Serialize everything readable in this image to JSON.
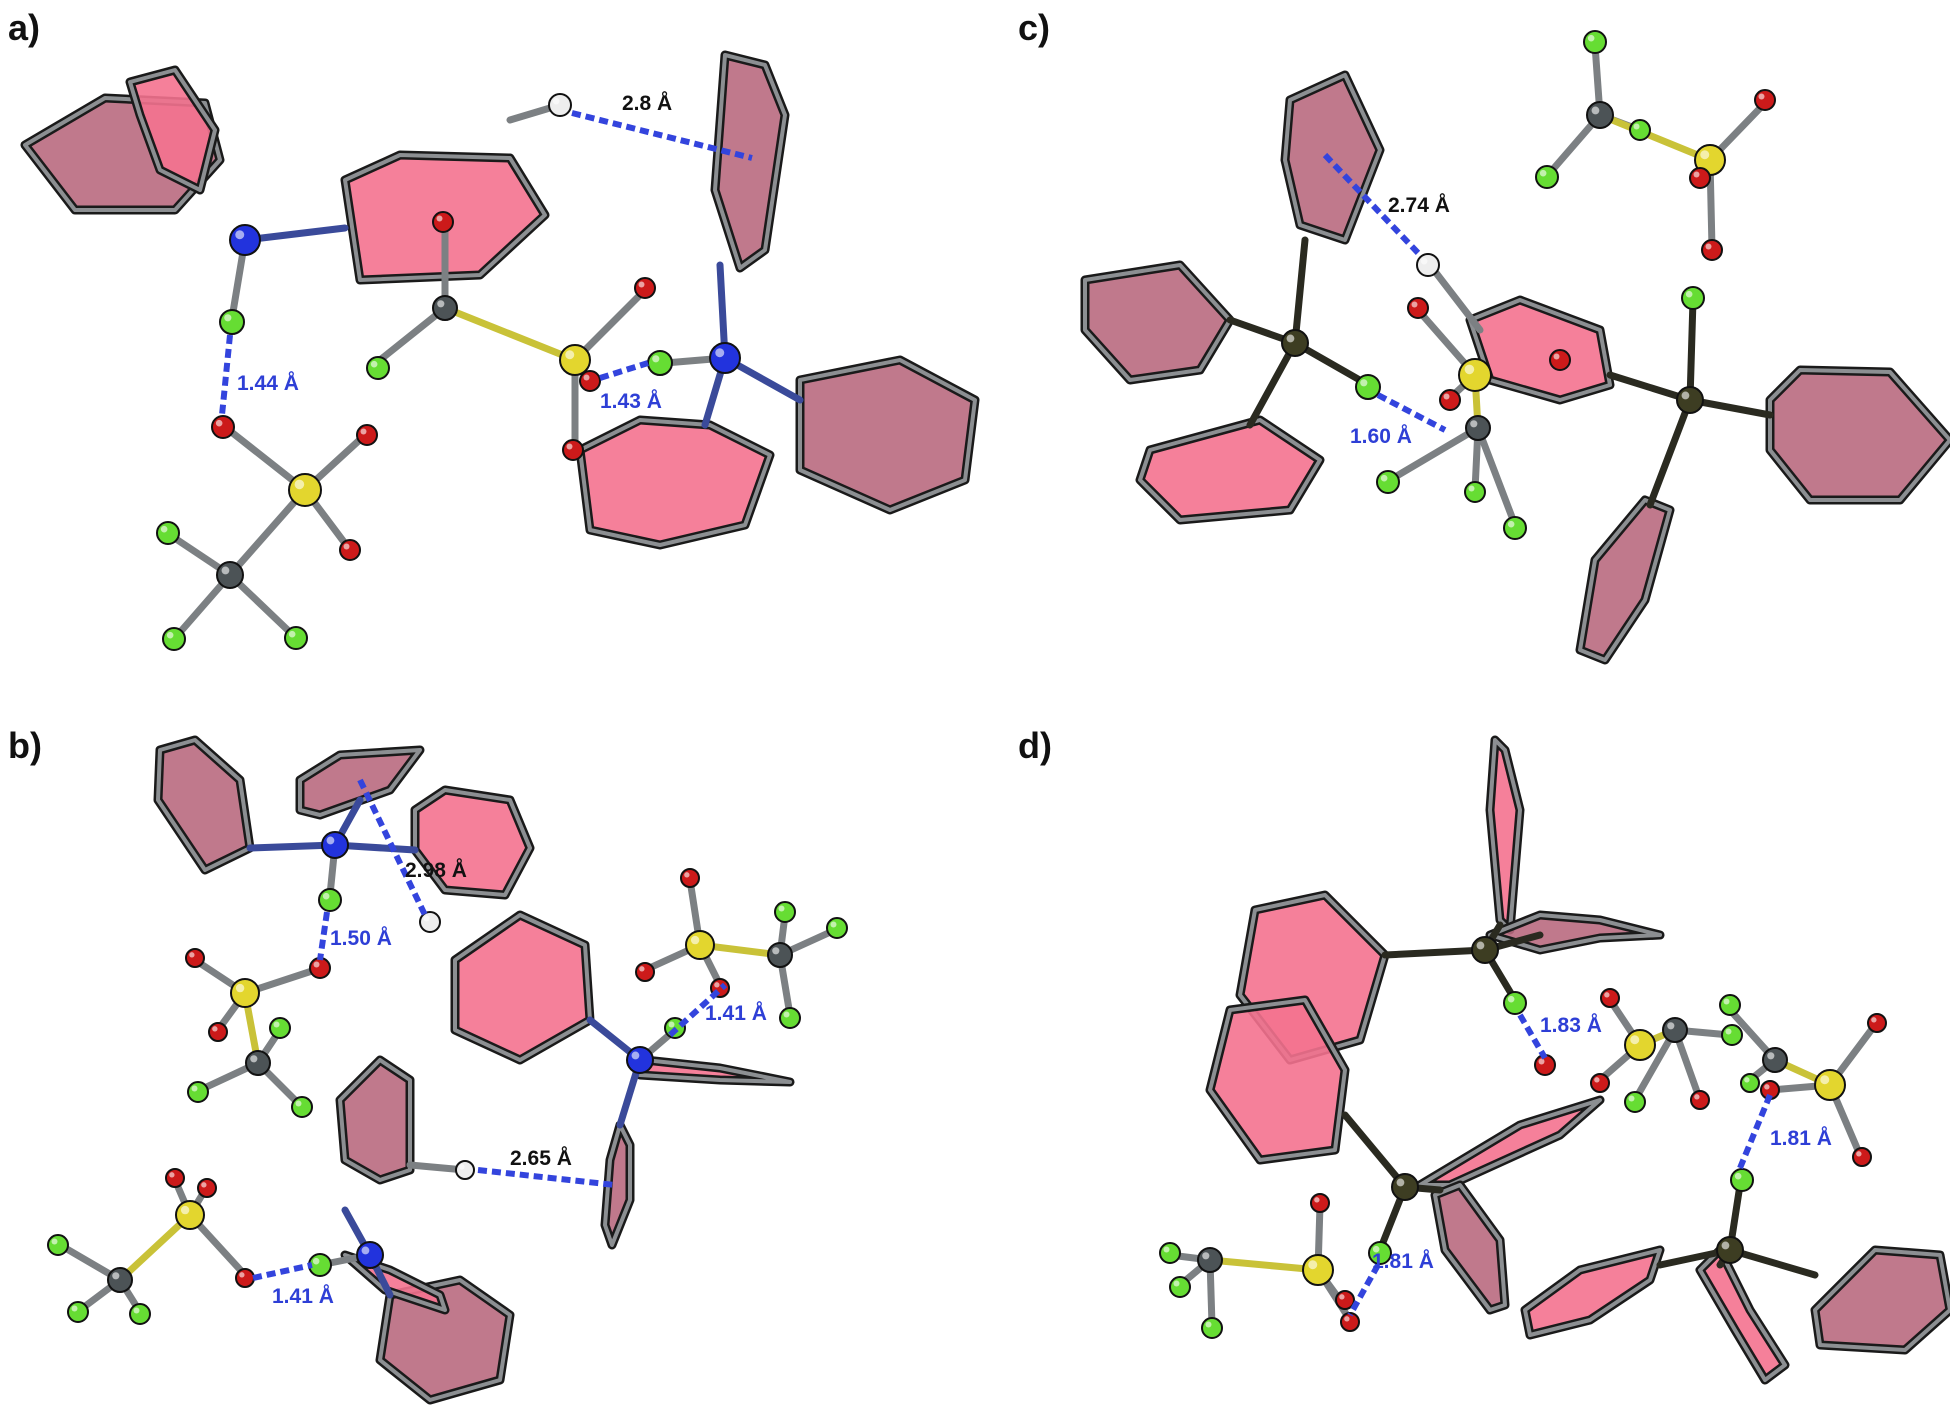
{
  "colors": {
    "ring_fill_dark": "#b96a80",
    "ring_fill_light": "#f4728f",
    "ring_edge": "#8c8f92",
    "ring_outline": "#1a1a1a",
    "h_bond": "#3344dd",
    "label_blue": "#2e3fd6",
    "label_dark": "#111111",
    "atom_F": "#66dd33",
    "atom_O": "#cc1a1a",
    "atom_S": "#e3d62e",
    "atom_C": "#4c5356",
    "atom_N": "#2233dd",
    "atom_P": "#3d3d22",
    "atom_H": "#eeeeee"
  },
  "panels": [
    {
      "label": "a)",
      "distances": [
        {
          "text": "2.8 Å",
          "kind": "contact"
        },
        {
          "text": "1.44 Å",
          "kind": "hbond"
        },
        {
          "text": "1.43 Å",
          "kind": "hbond"
        }
      ]
    },
    {
      "label": "b)",
      "distances": [
        {
          "text": "2.98 Å",
          "kind": "contact"
        },
        {
          "text": "1.50 Å",
          "kind": "hbond"
        },
        {
          "text": "1.41 Å",
          "kind": "hbond"
        },
        {
          "text": "2.65 Å",
          "kind": "contact"
        },
        {
          "text": "1.41 Å",
          "kind": "hbond"
        }
      ]
    },
    {
      "label": "c)",
      "distances": [
        {
          "text": "2.74 Å",
          "kind": "contact"
        },
        {
          "text": "1.60 Å",
          "kind": "hbond"
        }
      ]
    },
    {
      "label": "d)",
      "distances": [
        {
          "text": "1.83 Å",
          "kind": "hbond"
        },
        {
          "text": "1.81 Å",
          "kind": "hbond"
        },
        {
          "text": "1.81 Å",
          "kind": "hbond"
        }
      ]
    }
  ]
}
